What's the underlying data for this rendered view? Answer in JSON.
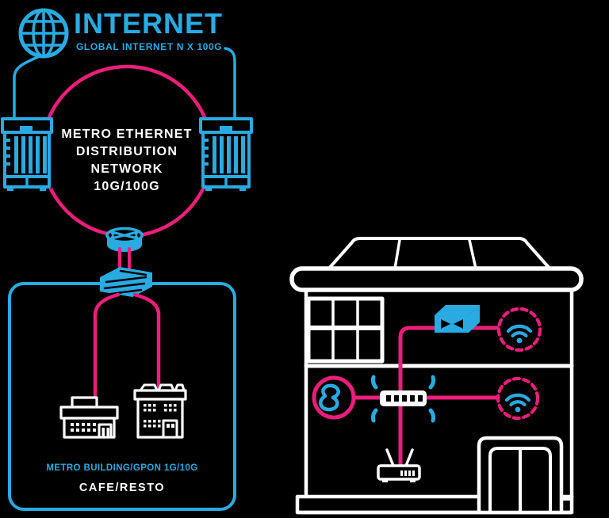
{
  "colors": {
    "cyan": "#29ABE2",
    "pink": "#EC1E7B",
    "white": "#FFFFFF",
    "background": "#000000"
  },
  "header": {
    "title": "INTERNET",
    "subtitle": "GLOBAL INTERNET N X 100G"
  },
  "metro_ring": {
    "label_lines": [
      "METRO ETHERNET",
      "DISTRIBUTION",
      "NETWORK",
      "10G/100G"
    ]
  },
  "access_box": {
    "label_top": "METRO BUILDING/GPON 1G/10G",
    "label_bottom": "CAFE/RESTO"
  },
  "icons": {
    "globe-icon": "wireframe globe",
    "metro-pop-building-icon": "striped datacenter building",
    "core-router-icon": "cylinder router with cross arrows",
    "aggregation-switch-icon": "isometric switch box",
    "cafe-building-icon": "cafe storefront outline",
    "house-building-icon": "two-story house outline",
    "media-converter-icon": "3d box with bowtie symbol",
    "wifi-ap-icon": "wifi waves with dot in dashed circle",
    "isp-logo-icon": "curvy letter B in circle",
    "patch-panel-icon": "white panel with ports and signal bursts",
    "home-router-icon": "router with two antennas",
    "elevator-door-icon": "double sliding door",
    "window-grid-icon": "six pane window",
    "roof-terrace-icon": "trapezoid skylight on ledge"
  }
}
